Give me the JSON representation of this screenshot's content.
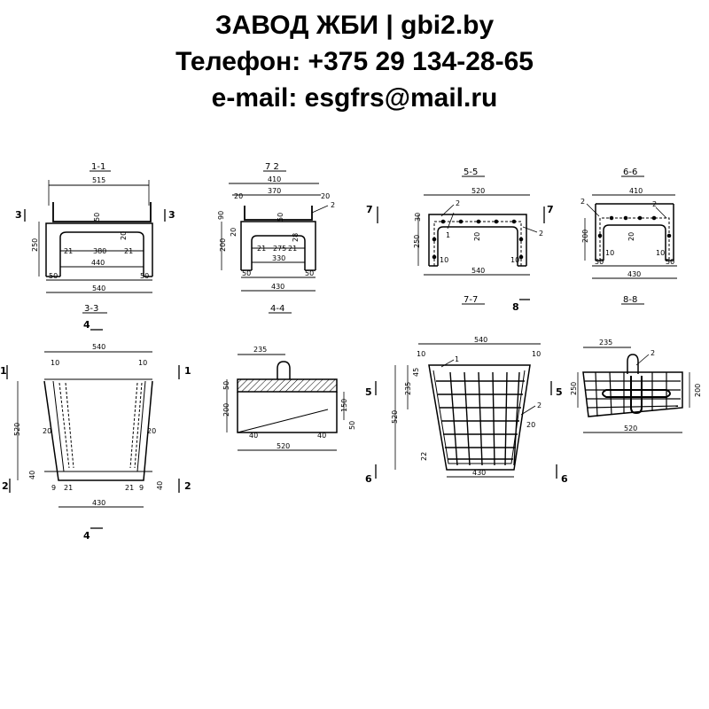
{
  "header": {
    "company": "ЗАВОД ЖБИ | gbi2.by",
    "phone": "Телефон: +375 29 134-28-65",
    "email": "e-mail: esgfrs@mail.ru"
  },
  "drawing": {
    "s11": {
      "title": "1-1",
      "d_top": "515",
      "d_50": "50",
      "d_380": "380",
      "d_21a": "21",
      "d_21b": "21",
      "d_20": "20",
      "d_250": "250",
      "d_440": "440",
      "d_50a": "50",
      "d_50b": "50",
      "d_540": "540",
      "cut_left": "3",
      "cut_right": "3"
    },
    "s22": {
      "title": "7 2",
      "d_410": "410",
      "d_370": "370",
      "d_20a": "20",
      "d_20b": "20",
      "d_90": "90",
      "d_20c": "20",
      "d_200": "200",
      "d_50": "50",
      "d_275": "275",
      "d_21a": "21",
      "d_21b": "21",
      "d_28": "28",
      "d_330": "330",
      "d_50a": "50",
      "d_50b": "50",
      "d_430": "430",
      "pos2": "2"
    },
    "s55": {
      "title": "5-5",
      "d_520": "520",
      "d_30": "30",
      "d_250": "250",
      "d_20": "20",
      "d_10a": "10",
      "d_10b": "10",
      "d_540": "540",
      "pos1": "1",
      "pos2a": "2",
      "pos2b": "2",
      "cut_left": "7",
      "cut_right": "7"
    },
    "s66": {
      "title": "6-6",
      "d_410": "410",
      "d_200": "200",
      "d_20": "20",
      "d_10a": "10",
      "d_10b": "10",
      "d_50a": "50",
      "d_50b": "50",
      "d_430": "430",
      "pos2a": "2",
      "pos2b": "2"
    },
    "s33": {
      "title": "3-3",
      "d_540": "540",
      "d_10a": "10",
      "d_10b": "10",
      "d_520": "520",
      "d_20a": "20",
      "d_20b": "20",
      "d_40a": "40",
      "d_40b": "40",
      "d_9a": "9",
      "d_9b": "9",
      "d_21a": "21",
      "d_21b": "21",
      "d_430": "430",
      "cut_top": "4",
      "cut_bottom": "4",
      "cut_l1": "1",
      "cut_r1": "1",
      "cut_l2": "2",
      "cut_r2": "2"
    },
    "s44": {
      "title": "4-4",
      "d_235": "235",
      "d_50": "50",
      "d_200": "200",
      "d_150": "150",
      "d_50r": "50",
      "d_40a": "40",
      "d_40b": "40",
      "d_520": "520"
    },
    "s77": {
      "title": "7-7",
      "d_540": "540",
      "d_10a": "10",
      "d_10b": "10",
      "d_45": "45",
      "d_235": "235",
      "d_520": "520",
      "d_22": "22",
      "d_20": "20",
      "d_430": "430",
      "pos1": "1",
      "pos2": "2",
      "cut_top": "8",
      "cut_l5": "5",
      "cut_r5": "5",
      "cut_l6": "6",
      "cut_r6": "6"
    },
    "s88": {
      "title": "8-8",
      "d_235": "235",
      "d_250": "250",
      "d_200": "200",
      "d_520": "520",
      "pos2": "2"
    }
  }
}
